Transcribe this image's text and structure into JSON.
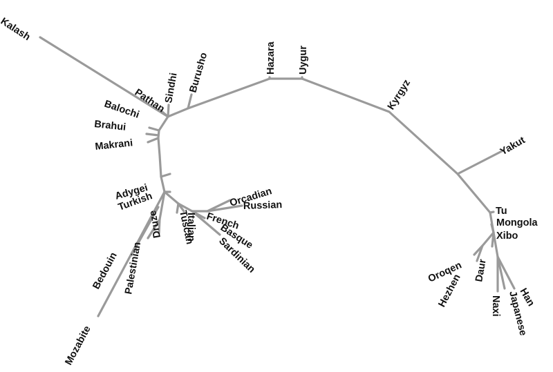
{
  "tree": {
    "branch_color": "#9a9a9a",
    "label_color": "#111111",
    "populations": [
      "Kalash",
      "Pathan",
      "Sindhi",
      "Burusho",
      "Balochi",
      "Brahui",
      "Makrani",
      "Hazara",
      "Uygur",
      "Kyrgyz",
      "Yakut",
      "Tu",
      "Mongola",
      "Xibo",
      "Oroqen",
      "Hezhen",
      "Daur",
      "Naxi",
      "Japanese",
      "Han",
      "Adygei",
      "Turkish",
      "Orcadian",
      "Russian",
      "French",
      "Basque",
      "Sardinian",
      "Italian",
      "Tuscan",
      "Druze",
      "Palestinian",
      "Bedouin",
      "Mozabite"
    ]
  }
}
